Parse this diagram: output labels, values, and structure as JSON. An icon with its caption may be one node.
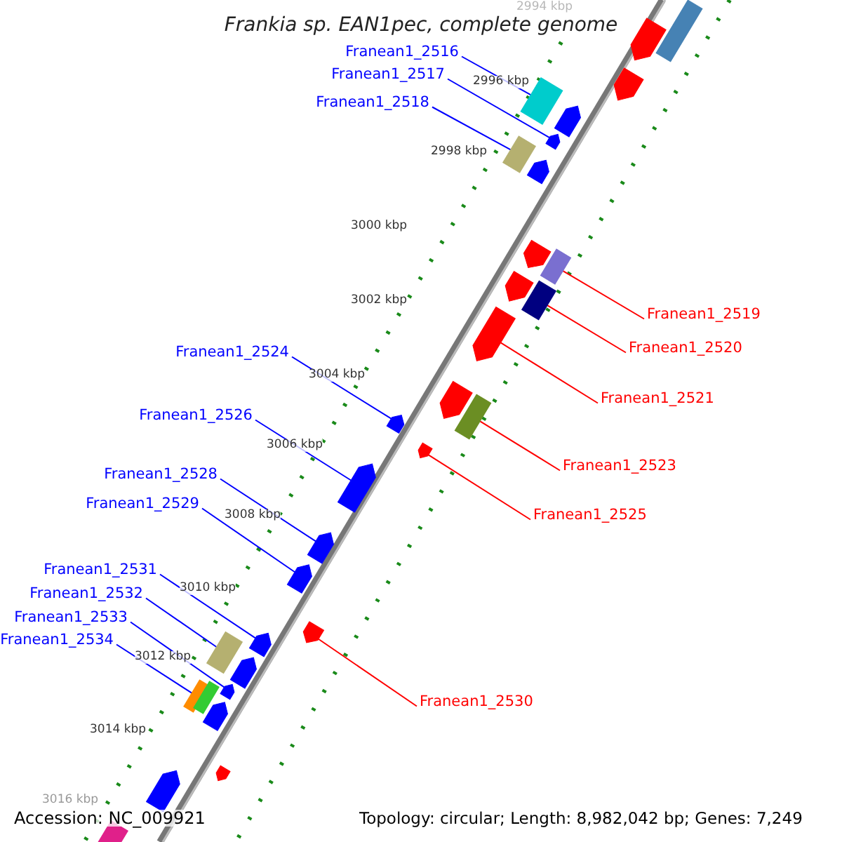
{
  "diagram": {
    "title": "Frankia sp. EAN1pec, complete genome",
    "nodes": [
      {
        "text": [
          "Franean1_2516"
        ]
      },
      {
        "text": [
          "Franean1_2517"
        ]
      },
      {
        "text": [
          "Franean1_2518"
        ]
      },
      {
        "text": [
          "Franean1_2519"
        ]
      },
      {
        "text": [
          "Franean1_2520"
        ]
      },
      {
        "text": [
          "Franean1_2521"
        ]
      },
      {
        "text": [
          "Franean1_2524"
        ]
      },
      {
        "text": [
          "Franean1_2523"
        ]
      },
      {
        "text": [
          "Franean1_2526"
        ]
      },
      {
        "text": [
          "Franean1_2525"
        ]
      },
      {
        "text": [
          "Franean1_2528"
        ]
      },
      {
        "text": [
          "Franean1_2529"
        ]
      },
      {
        "text": [
          "Franean1_2531"
        ]
      },
      {
        "text": [
          "Franean1_2532"
        ]
      },
      {
        "text": [
          "Franean1_2533"
        ]
      },
      {
        "text": [
          "Franean1_2534"
        ]
      },
      {
        "text": [
          "Franean1_2530"
        ]
      },
      {
        "text": [],
        "shape": "box"
      },
      {
        "text": [],
        "shape": "arrow"
      },
      {
        "text": [],
        "shape": "box"
      },
      {
        "text": [],
        "shape": "box"
      },
      {
        "text": [],
        "shape": "box"
      },
      {
        "text": [],
        "shape": "arrow"
      },
      {
        "text": [],
        "shape": "arrow"
      },
      {
        "text": [],
        "shape": "box"
      },
      {
        "text": [],
        "shape": "arrow"
      },
      {
        "text": [],
        "shape": "arrow"
      },
      {
        "text": [],
        "shape": "arrow"
      },
      {
        "text": [],
        "shape": "arrow"
      },
      {
        "text": [],
        "shape": "arrow"
      },
      {
        "text": [],
        "shape": "box"
      },
      {
        "text": [],
        "shape": "arrow"
      },
      {
        "text": [],
        "shape": "box"
      },
      {
        "text": [],
        "shape": "arrow"
      },
      {
        "text": [],
        "shape": "arrow"
      },
      {
        "text": [],
        "shape": "box"
      },
      {
        "text": [],
        "shape": "arrow"
      },
      {
        "text": [],
        "shape": "arrow"
      },
      {
        "text": [],
        "shape": "arrow"
      },
      {
        "text": [],
        "shape": "arrow"
      },
      {
        "text": [],
        "shape": "arrow"
      },
      {
        "text": [],
        "shape": "arrow"
      },
      {
        "text": [],
        "shape": "box"
      },
      {
        "text": [],
        "shape": "arrow"
      },
      {
        "text": [],
        "shape": "arrow"
      },
      {
        "text": [],
        "shape": "arrow"
      },
      {
        "text": [],
        "shape": "arrow"
      },
      {
        "text": [],
        "shape": "box"
      }
    ],
    "edges": [
      {
        "from": 0,
        "to": 17,
        "arrow": "none"
      },
      {
        "from": 1,
        "to": 18,
        "arrow": "none"
      },
      {
        "from": 2,
        "to": 19,
        "arrow": "none"
      },
      {
        "from": 3,
        "to": 20,
        "arrow": "none",
        "color": "#ff0000"
      },
      {
        "from": 4,
        "to": 21,
        "arrow": "none",
        "color": "#ff0000"
      },
      {
        "from": 5,
        "to": 22,
        "arrow": "none",
        "color": "#ff0000"
      },
      {
        "from": 6,
        "to": 23,
        "arrow": "none"
      },
      {
        "from": 7,
        "to": 24,
        "arrow": "none",
        "color": "#ff0000"
      },
      {
        "from": 8,
        "to": 25,
        "arrow": "none"
      },
      {
        "from": 9,
        "to": 26,
        "arrow": "none",
        "color": "#ff0000"
      },
      {
        "from": 10,
        "to": 27,
        "arrow": "none"
      },
      {
        "from": 11,
        "to": 28,
        "arrow": "none"
      },
      {
        "from": 12,
        "to": 29,
        "arrow": "none"
      },
      {
        "from": 13,
        "to": 30,
        "arrow": "none"
      },
      {
        "from": 14,
        "to": 31,
        "arrow": "none"
      },
      {
        "from": 15,
        "to": 32,
        "arrow": "none"
      },
      {
        "from": 16,
        "to": 33,
        "arrow": "none",
        "color": "#ff0000"
      }
    ],
    "labels": [
      "2994 kbp",
      "2996 kbp",
      "2998 kbp",
      "3000 kbp",
      "3002 kbp",
      "3004 kbp",
      "3006 kbp",
      "3008 kbp",
      "3010 kbp",
      "3012 kbp",
      "3014 kbp",
      "3016 kbp",
      "Accession: NC_009921",
      "Topology: circular; Length: 8,982,042 bp; Genes: 7,249"
    ]
  }
}
